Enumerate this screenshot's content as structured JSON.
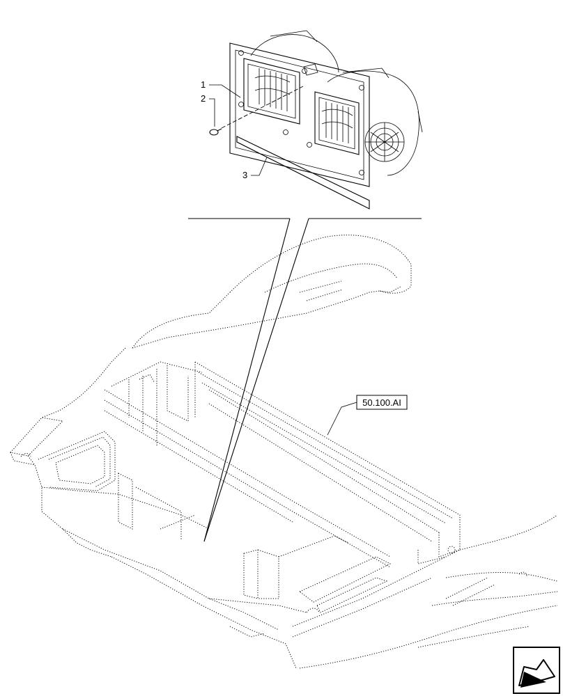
{
  "callouts": [
    {
      "label": "1"
    },
    {
      "label": "2"
    },
    {
      "label": "3"
    }
  ],
  "reference": {
    "label": "50.100.AI"
  },
  "nav_icon": "arrow-view-icon"
}
